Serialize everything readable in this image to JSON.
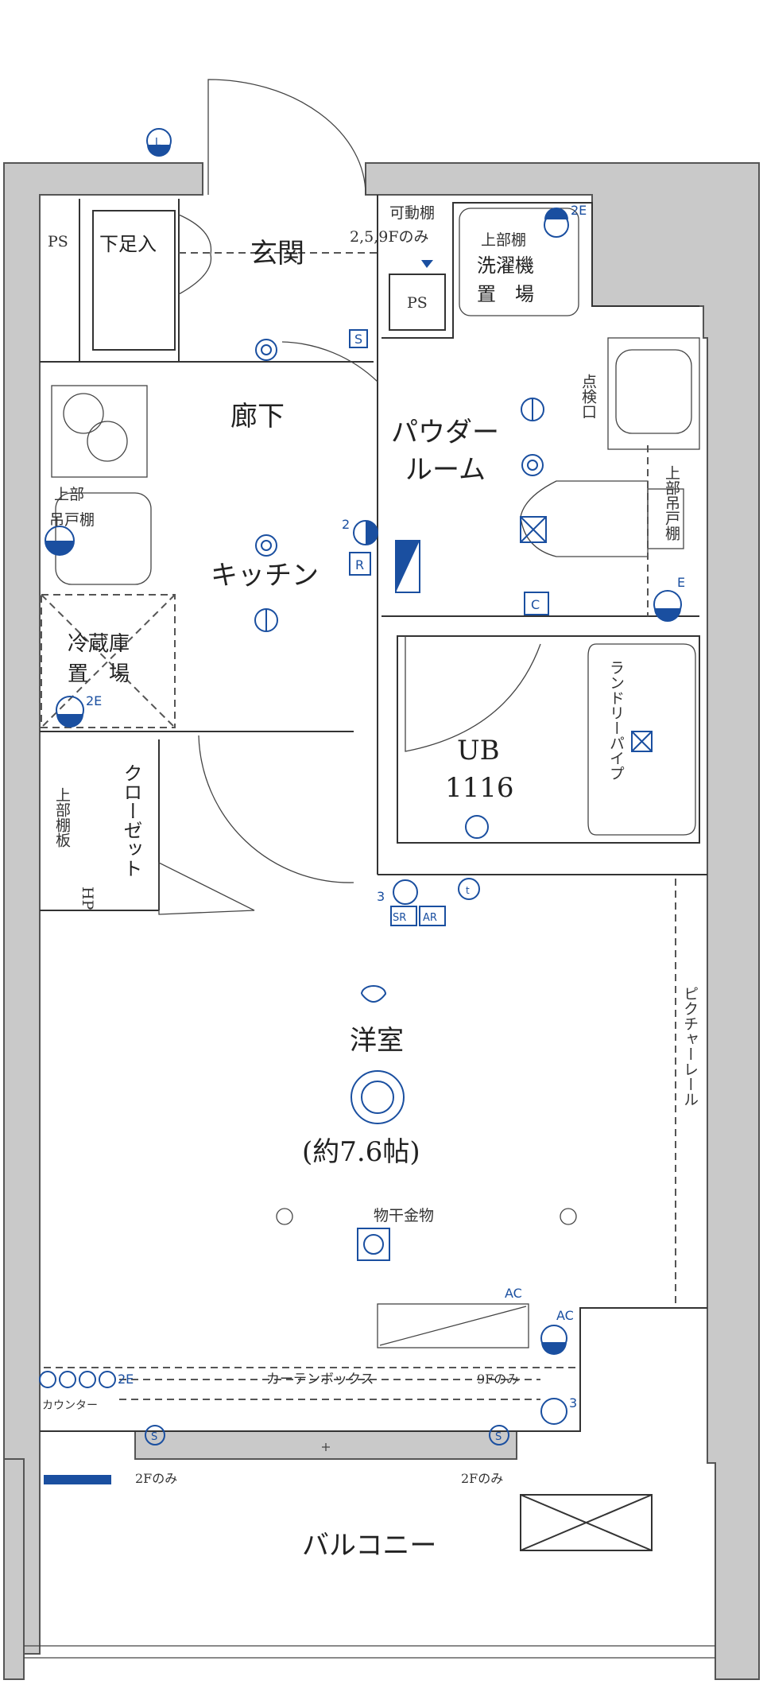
{
  "rooms": {
    "entrance": "玄関",
    "hallway": "廊下",
    "kitchen": "キッチン",
    "powder_room_1": "パウダー",
    "powder_room_2": "ルーム",
    "unit_bath_1": "UB",
    "unit_bath_2": "1116",
    "western_room": "洋室",
    "western_room_size": "(約7.6帖)",
    "balcony": "バルコニー"
  },
  "labels": {
    "ps_left": "PS",
    "ps_center": "PS",
    "shoe_storage": "下足入",
    "movable_shelf_1": "可動棚",
    "movable_shelf_2": "2,5,9Fのみ",
    "upper_shelf_washer": "上部棚",
    "washer_1": "洗濯機",
    "washer_2": "置　場",
    "inspection_port": "点検口",
    "upper_cabinet_toilet": "上部吊戸棚",
    "upper_cabinet_kitchen_1": "上部",
    "upper_cabinet_kitchen_2": "吊戸棚",
    "fridge_1": "冷蔵庫",
    "fridge_2": "置　場",
    "closet": "クローゼット",
    "upper_shelf_closet": "上部棚板",
    "hp": "HP",
    "laundry_pipe": "ランドリーパイプ",
    "picture_rail": "ピクチャーレール",
    "drying_hardware": "物干金物",
    "curtain_box": "カーテンボックス",
    "counter": "カウンター",
    "floor_9f_only": "9Fのみ",
    "floor_2f_only_left": "2Fのみ",
    "floor_2f_only_right": "2Fのみ"
  },
  "symbols": {
    "s1": "S",
    "r": "R",
    "c": "C",
    "sr": "SR",
    "ar": "AR",
    "t": "t",
    "e": "E",
    "e2_washer": "2E",
    "e2_fridge": "2E",
    "e2_counter": "2E",
    "ac_unit": "AC",
    "ac_outlet": "AC",
    "n2": "2",
    "n3": "3",
    "n3b": "3",
    "s_left": "S",
    "s_right": "S",
    "l": "L"
  },
  "colors": {
    "electrical": "#1a4fa0",
    "wall": "#c9c9c9",
    "line": "#333333"
  }
}
